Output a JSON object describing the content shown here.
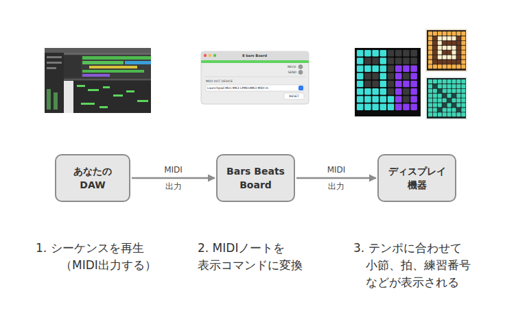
{
  "diagram": {
    "nodes": [
      {
        "text": [
          "あなたの DAW"
        ]
      },
      {
        "text": [
          "Bars Beats Board"
        ]
      },
      {
        "text": [
          "ディスプレイ 機器"
        ]
      }
    ],
    "edges": [
      {
        "from": 0,
        "to": 1,
        "label": "MIDI 出力",
        "arrow": "to"
      },
      {
        "from": 1,
        "to": 2,
        "label": "MIDI 出力",
        "arrow": "to"
      }
    ],
    "labels": [
      "8 bars Board",
      "RECV.",
      "SEND",
      "MIDI OUT DEVICE",
      "Launchpad Mini MK3 LPMiniMK3 MIDI In",
      "RESET",
      "1. シーケンスを再生 （MIDI出力する）",
      "2. MIDIノートを 表示コマンドに変換",
      "3. テンポに合わせて 小節、拍、練習番号 などが表示される"
    ]
  }
}
